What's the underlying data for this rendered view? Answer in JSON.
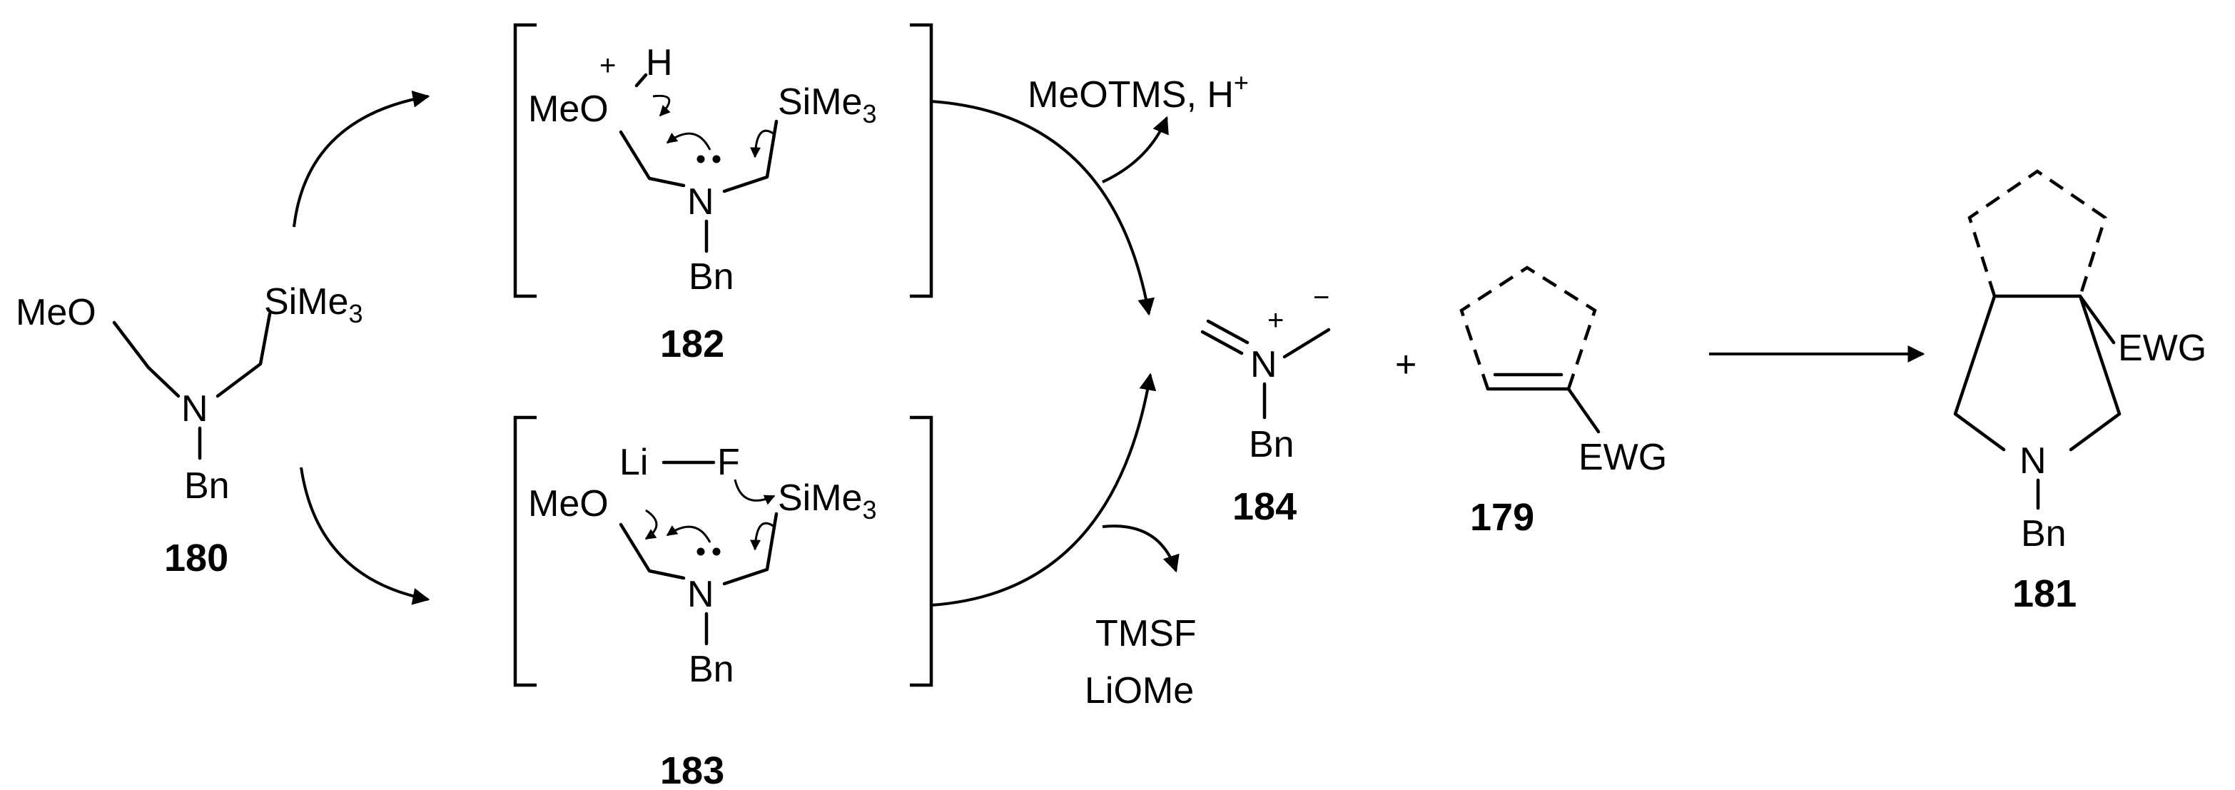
{
  "labels": {
    "c180": "180",
    "c181": "181",
    "c182": "182",
    "c183": "183",
    "c184": "184",
    "c179": "179"
  },
  "atoms": {
    "meo": "MeO",
    "n": "N",
    "bn": "Bn",
    "si": "SiMe",
    "sub3": "3",
    "h": "H",
    "o": "O",
    "plus": "+",
    "minus": "−",
    "li": "Li",
    "f": "F",
    "ewg": "EWG"
  },
  "reagents": {
    "top_byproduct": "MeOTMS, H",
    "top_byproduct_sup": "+",
    "bottom_byproduct_1": "TMSF",
    "bottom_byproduct_2": "LiOMe",
    "plus_sign": "+"
  }
}
